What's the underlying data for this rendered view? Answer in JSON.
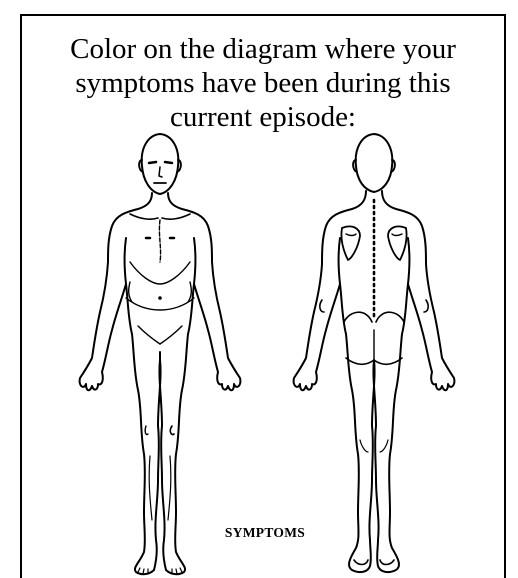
{
  "instruction": {
    "line1": "Color on the diagram where your",
    "line2": "symptoms have been during this",
    "line3": "current episode:"
  },
  "diagram": {
    "caption": "SYMPTOMS",
    "views": [
      "front",
      "back"
    ]
  },
  "colors": {
    "ink": "#000000",
    "background": "#ffffff"
  }
}
